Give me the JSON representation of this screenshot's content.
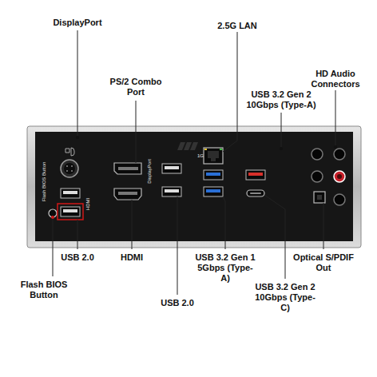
{
  "diagram": {
    "labels": [
      "DisplayPort",
      "PS/2 Combo Port",
      "2.5G LAN",
      "HD Audio Connectors",
      "USB 3.2 Gen 2 10Gbps (Type-A)",
      "Flash BIOS Button",
      "DisplayPort",
      "HDMI",
      "1G",
      "USB 2.0",
      "HDMI",
      "Flash BIOS Button",
      "USB 2.0",
      "USB 3.2 Gen 1 5Gbps (Type-A)",
      "Optical S/PDIF Out",
      "USB 3.2 Gen 2 10Gbps (Type-C)"
    ]
  }
}
